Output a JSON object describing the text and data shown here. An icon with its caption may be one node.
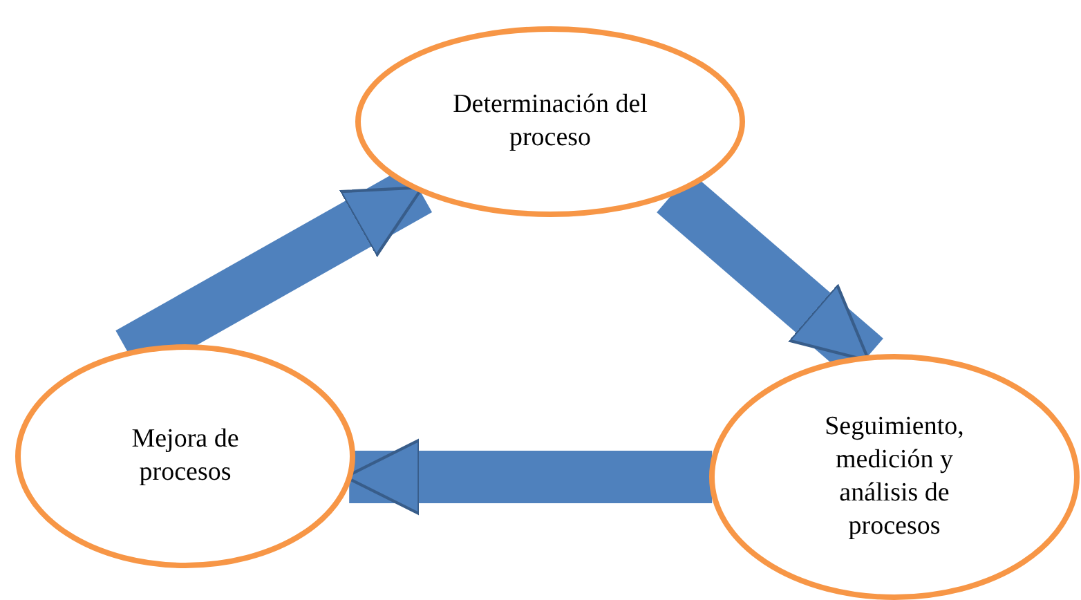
{
  "diagram": {
    "nodes": [
      {
        "text": [
          "Determinación del proceso"
        ]
      },
      {
        "text": [
          "Seguimiento, medición y análisis de procesos"
        ]
      },
      {
        "text": [
          "Mejora de procesos"
        ]
      }
    ],
    "edges": [
      {
        "from": 0,
        "to": 1,
        "arrow": "to"
      },
      {
        "from": 1,
        "to": 2,
        "arrow": "to"
      },
      {
        "from": 2,
        "to": 0,
        "arrow": "to"
      }
    ]
  }
}
